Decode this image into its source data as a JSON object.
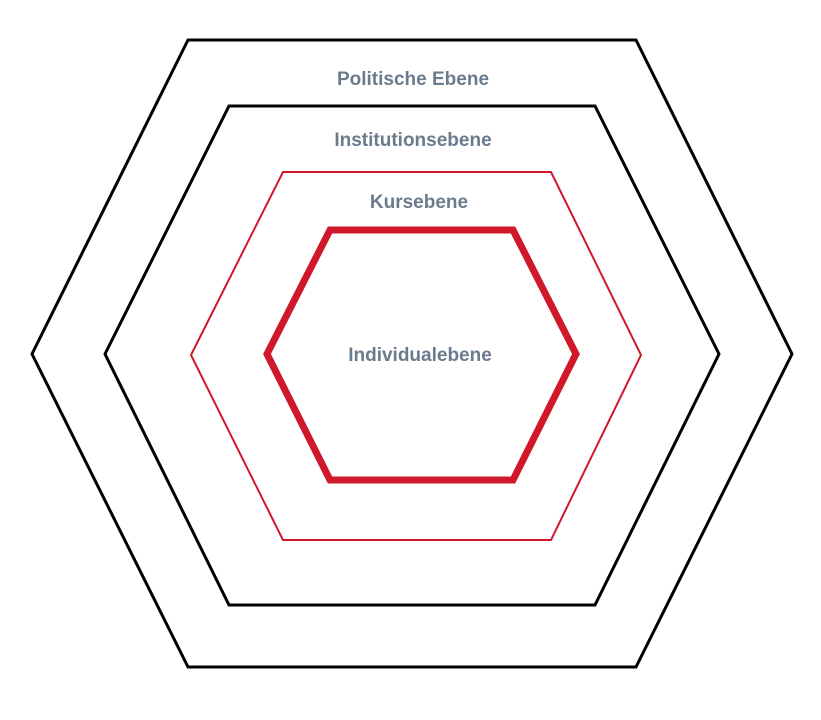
{
  "levels": [
    {
      "label": "Politische Ebene"
    },
    {
      "label": "Institutionsebene"
    },
    {
      "label": "Kursebene"
    },
    {
      "label": "Individualebene"
    }
  ],
  "colors": {
    "outer_stroke": "#000000",
    "accent_red": "#d0182b",
    "label_text": "#6b7b8e"
  }
}
